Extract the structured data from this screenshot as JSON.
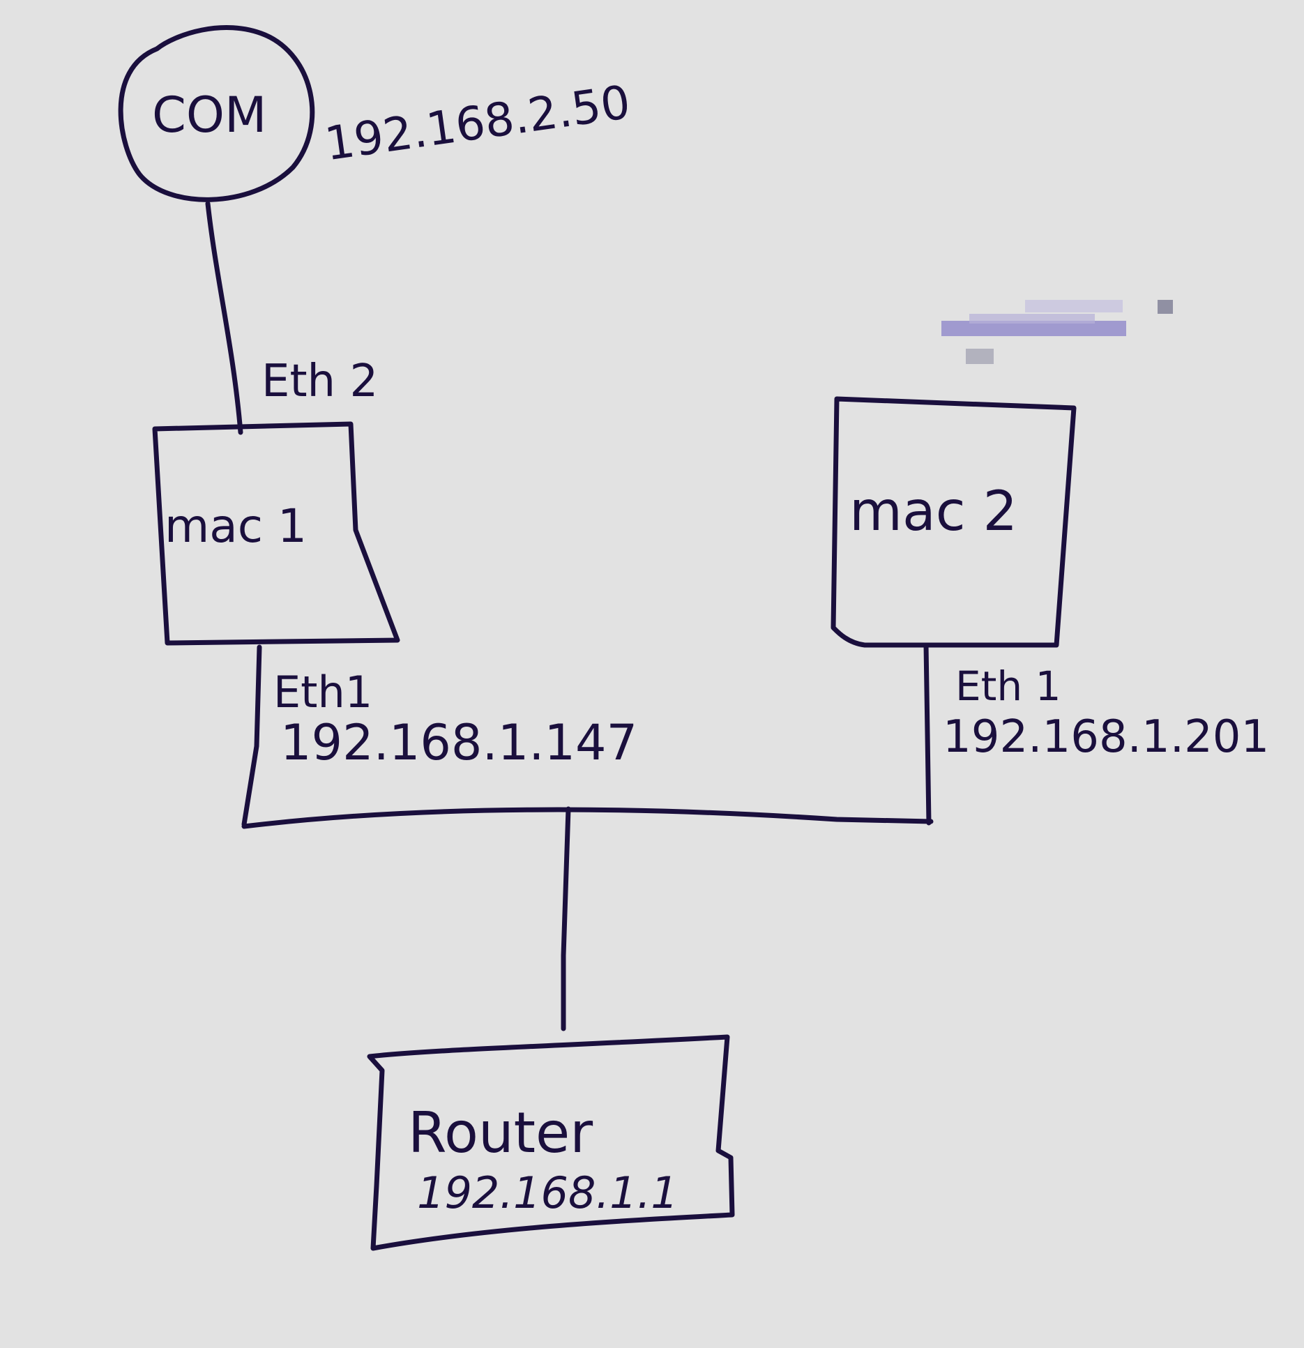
{
  "nodes": {
    "com": {
      "label": "COM",
      "ip": "192.168.2.50"
    },
    "mac1": {
      "label": "mac 1",
      "upper_port": "Eth 2",
      "lower_port": "Eth1",
      "ip": "192.168.1.147"
    },
    "mac2": {
      "label": "mac 2",
      "port": "Eth 1",
      "ip": "192.168.1.201"
    },
    "router": {
      "label": "Router",
      "ip": "192.168.1.1"
    }
  },
  "colors": {
    "ink": "#1a0f3d",
    "board": "#e2e2e2",
    "smudge": "#6a5fbf"
  }
}
